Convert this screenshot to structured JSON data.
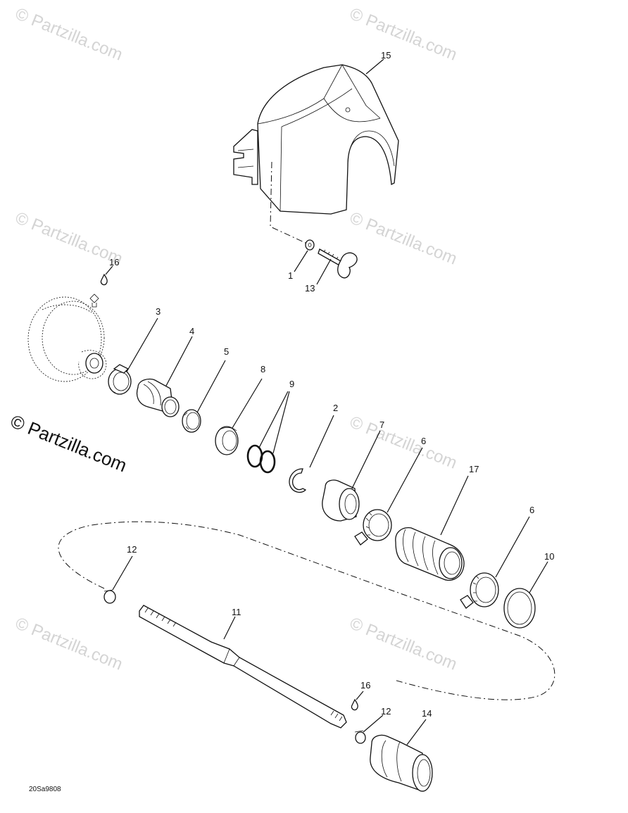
{
  "watermarks": {
    "small": "© Partzilla.com",
    "main": "© Partzilla.com"
  },
  "drawing_code": "20Sa9808",
  "callouts": {
    "c15": "15",
    "c1": "1",
    "c13": "13",
    "c16a": "16",
    "c3": "3",
    "c4": "4",
    "c5": "5",
    "c8": "8",
    "c9": "9",
    "c2": "2",
    "c7": "7",
    "c6a": "6",
    "c17": "17",
    "c6b": "6",
    "c10": "10",
    "c12a": "12",
    "c11": "11",
    "c16b": "16",
    "c12b": "12",
    "c14": "14"
  }
}
